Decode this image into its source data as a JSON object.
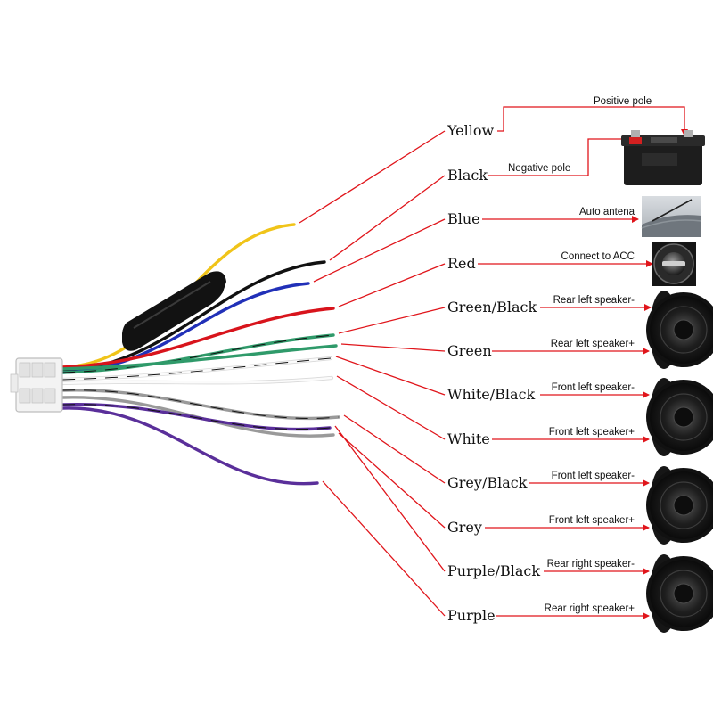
{
  "colors": {
    "leader_line": "#e0151b",
    "label_text": "#111111"
  },
  "wires": [
    {
      "label": "Yellow",
      "connection": "Positive pole",
      "device": "battery-icon",
      "wire_color": "#f0c419",
      "stripe": null
    },
    {
      "label": "Black",
      "connection": "Negative pole",
      "device": "battery-icon",
      "wire_color": "#111111",
      "stripe": null
    },
    {
      "label": "Blue",
      "connection": "Auto antena",
      "device": "car-antenna-icon",
      "wire_color": "#2130b8",
      "stripe": null
    },
    {
      "label": "Red",
      "connection": "Connect to ACC",
      "device": "ignition-switch-icon",
      "wire_color": "#d8141c",
      "stripe": null
    },
    {
      "label": "Green/Black",
      "connection": "Rear left speaker-",
      "device": "speaker-icon",
      "wire_color": "#2f9a6a",
      "stripe": "#111111"
    },
    {
      "label": "Green",
      "connection": "Rear left speaker+",
      "device": "speaker-icon",
      "wire_color": "#2f9a6a",
      "stripe": null
    },
    {
      "label": "White/Black",
      "connection": "Front left speaker-",
      "device": "speaker-icon",
      "wire_color": "#f4f4f4",
      "stripe": "#111111"
    },
    {
      "label": "White",
      "connection": "Front left speaker+",
      "device": "speaker-icon",
      "wire_color": "#f4f4f4",
      "stripe": null
    },
    {
      "label": "Grey/Black",
      "connection": "Front left speaker-",
      "device": "speaker-icon",
      "wire_color": "#9a9a9a",
      "stripe": "#111111"
    },
    {
      "label": "Grey",
      "connection": "Front left speaker+",
      "device": "speaker-icon",
      "wire_color": "#9a9a9a",
      "stripe": null
    },
    {
      "label": "Purple/Black",
      "connection": "Rear right speaker-",
      "device": "speaker-icon",
      "wire_color": "#5a2f9a",
      "stripe": "#111111"
    },
    {
      "label": "Purple",
      "connection": "Rear right speaker+",
      "device": "speaker-icon",
      "wire_color": "#5a2f9a",
      "stripe": null
    }
  ]
}
